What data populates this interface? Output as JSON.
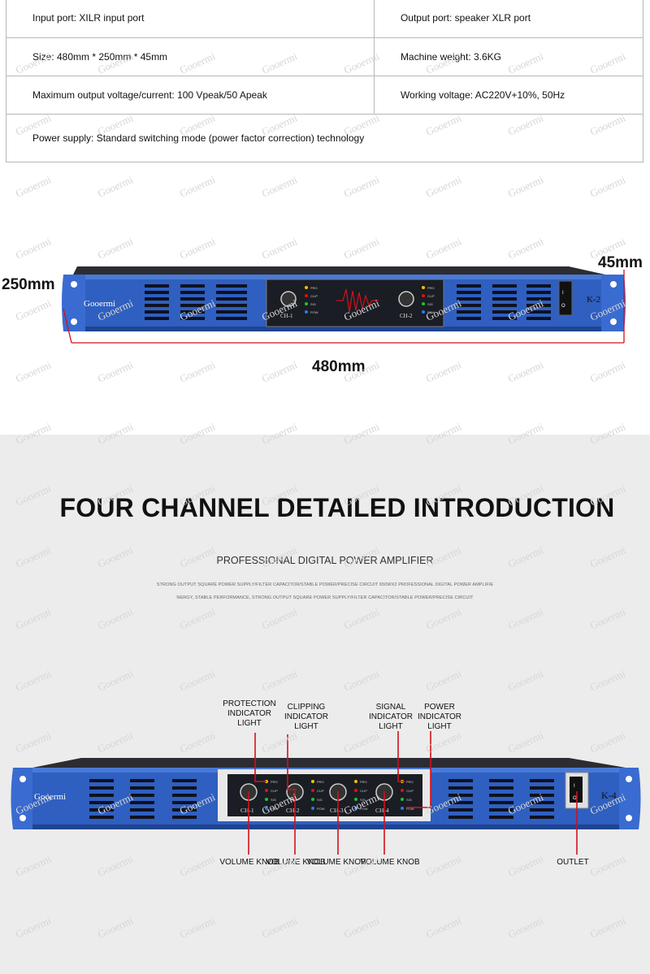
{
  "specs": {
    "input_port": "Input port: XILR  input port",
    "output_port": "Output port: speaker XLR port",
    "size": "Size: 480mm * 250mm * 45mm",
    "machine_weight": "Machine weight: 3.6KG",
    "max_output": "Maximum output voltage/current: 100 Vpeak/50 Apeak",
    "working_voltage": "Working voltage: AC220V+10%, 50Hz",
    "power_supply": "Power supply: Standard switching mode (power factor correction) technology"
  },
  "dimensions": {
    "depth": "250mm",
    "height": "45mm",
    "width": "480mm"
  },
  "amp_k2": {
    "brand": "Gooermi",
    "model": "K-2",
    "channels": [
      "CH-1",
      "CH-2"
    ],
    "indicators": [
      "PRO",
      "CLIP",
      "SIG",
      "POW"
    ]
  },
  "section": {
    "title": "FOUR CHANNEL DETAILED INTRODUCTION",
    "subtitle": "PROFESSIONAL DIGITAL POWER AMPLIFIER",
    "desc_line1": "STRONG OUTPUT SQUARE POWER SUPPLY/FILTER CAPACITOR/STABLE POWER/PRECISE CIRCUIT 650WX2 PROFESSIONAL DIGITAL POWER AMPLIFIE",
    "desc_line2": "NERGY, STABLE PERFORMANCE, STRONG OUTPUT SQUARE POWER SUPPLY/FILTER CAPACITOR/STABLE POWER/PRECISE CIRCUIT"
  },
  "amp_k4": {
    "brand": "Gooermi",
    "model": "K-4",
    "channels": [
      "CH-1",
      "CH-2",
      "CH-3",
      "CH-4"
    ],
    "indicators": [
      "PRO",
      "CLIP",
      "SIG",
      "POW"
    ]
  },
  "callouts": {
    "protection": "PROTECTION INDICATOR LIGHT",
    "clipping": "CLIPPING INDICATOR LIGHT",
    "signal": "SIGNAL INDICATOR LIGHT",
    "power": "POWER INDICATOR LIGHT",
    "volume": "VOLUME KNOB",
    "outlet": "OUTLET"
  },
  "watermark": "Gooermi",
  "colors": {
    "chassis_blue": "#2f5fc0",
    "callout_red": "#d4101c",
    "panel_dark": "#1a1d24"
  }
}
